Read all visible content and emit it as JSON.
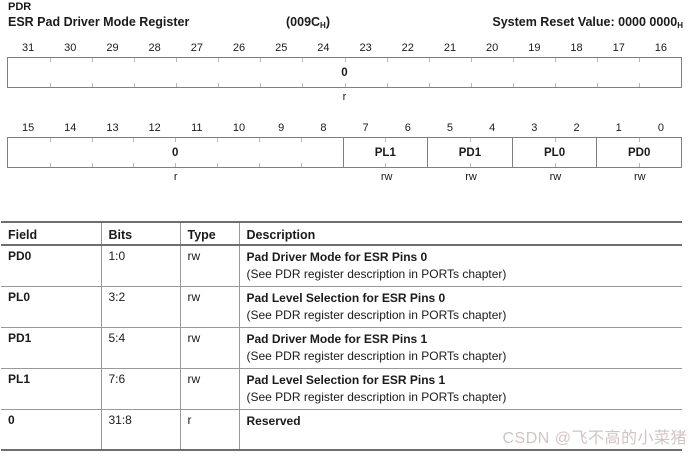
{
  "colors": {
    "text": "#1a1a1a",
    "table_border_thick": "#6e6e6e",
    "table_border_thin": "#999999",
    "regbox_border": "#808080",
    "tick": "#b8b8b8",
    "watermark": "#d2c4c4"
  },
  "header": {
    "short_name": "PDR",
    "long_name": "ESR Pad Driver Mode Register",
    "address_main": "(009C",
    "address_sub": "H",
    "address_close": ")",
    "reset_main": "System Reset Value: 0000 0000",
    "reset_sub": "H"
  },
  "bit_rows": [
    {
      "bits": [
        "31",
        "30",
        "29",
        "28",
        "27",
        "26",
        "25",
        "24",
        "23",
        "22",
        "21",
        "20",
        "19",
        "18",
        "17",
        "16"
      ],
      "fields": [
        {
          "label": "0",
          "span": 16,
          "access": "r"
        }
      ]
    },
    {
      "bits": [
        "15",
        "14",
        "13",
        "12",
        "11",
        "10",
        "9",
        "8",
        "7",
        "6",
        "5",
        "4",
        "3",
        "2",
        "1",
        "0"
      ],
      "fields": [
        {
          "label": "0",
          "span": 8,
          "access": "r"
        },
        {
          "label": "PL1",
          "span": 2,
          "access": "rw"
        },
        {
          "label": "PD1",
          "span": 2,
          "access": "rw"
        },
        {
          "label": "PL0",
          "span": 2,
          "access": "rw"
        },
        {
          "label": "PD0",
          "span": 2,
          "access": "rw"
        }
      ]
    }
  ],
  "table": {
    "headers": [
      "Field",
      "Bits",
      "Type",
      "Description"
    ],
    "rows": [
      {
        "field": "PD0",
        "bits": "1:0",
        "type": "rw",
        "desc_title": "Pad Driver Mode for ESR Pins 0",
        "desc_note": "(See PDR register description in PORTs chapter)"
      },
      {
        "field": "PL0",
        "bits": "3:2",
        "type": "rw",
        "desc_title": "Pad Level Selection for ESR Pins 0",
        "desc_note": "(See PDR register description in PORTs chapter)"
      },
      {
        "field": "PD1",
        "bits": "5:4",
        "type": "rw",
        "desc_title": "Pad Driver Mode for ESR Pins 1",
        "desc_note": "(See PDR register description in PORTs chapter)"
      },
      {
        "field": "PL1",
        "bits": "7:6",
        "type": "rw",
        "desc_title": "Pad Level Selection for ESR Pins 1",
        "desc_note": "(See PDR register description in PORTs chapter)"
      },
      {
        "field": "0",
        "bits": "31:8",
        "type": "r",
        "desc_title": "Reserved",
        "desc_note": ""
      }
    ]
  },
  "watermark": "CSDN @飞不高的小菜猪"
}
